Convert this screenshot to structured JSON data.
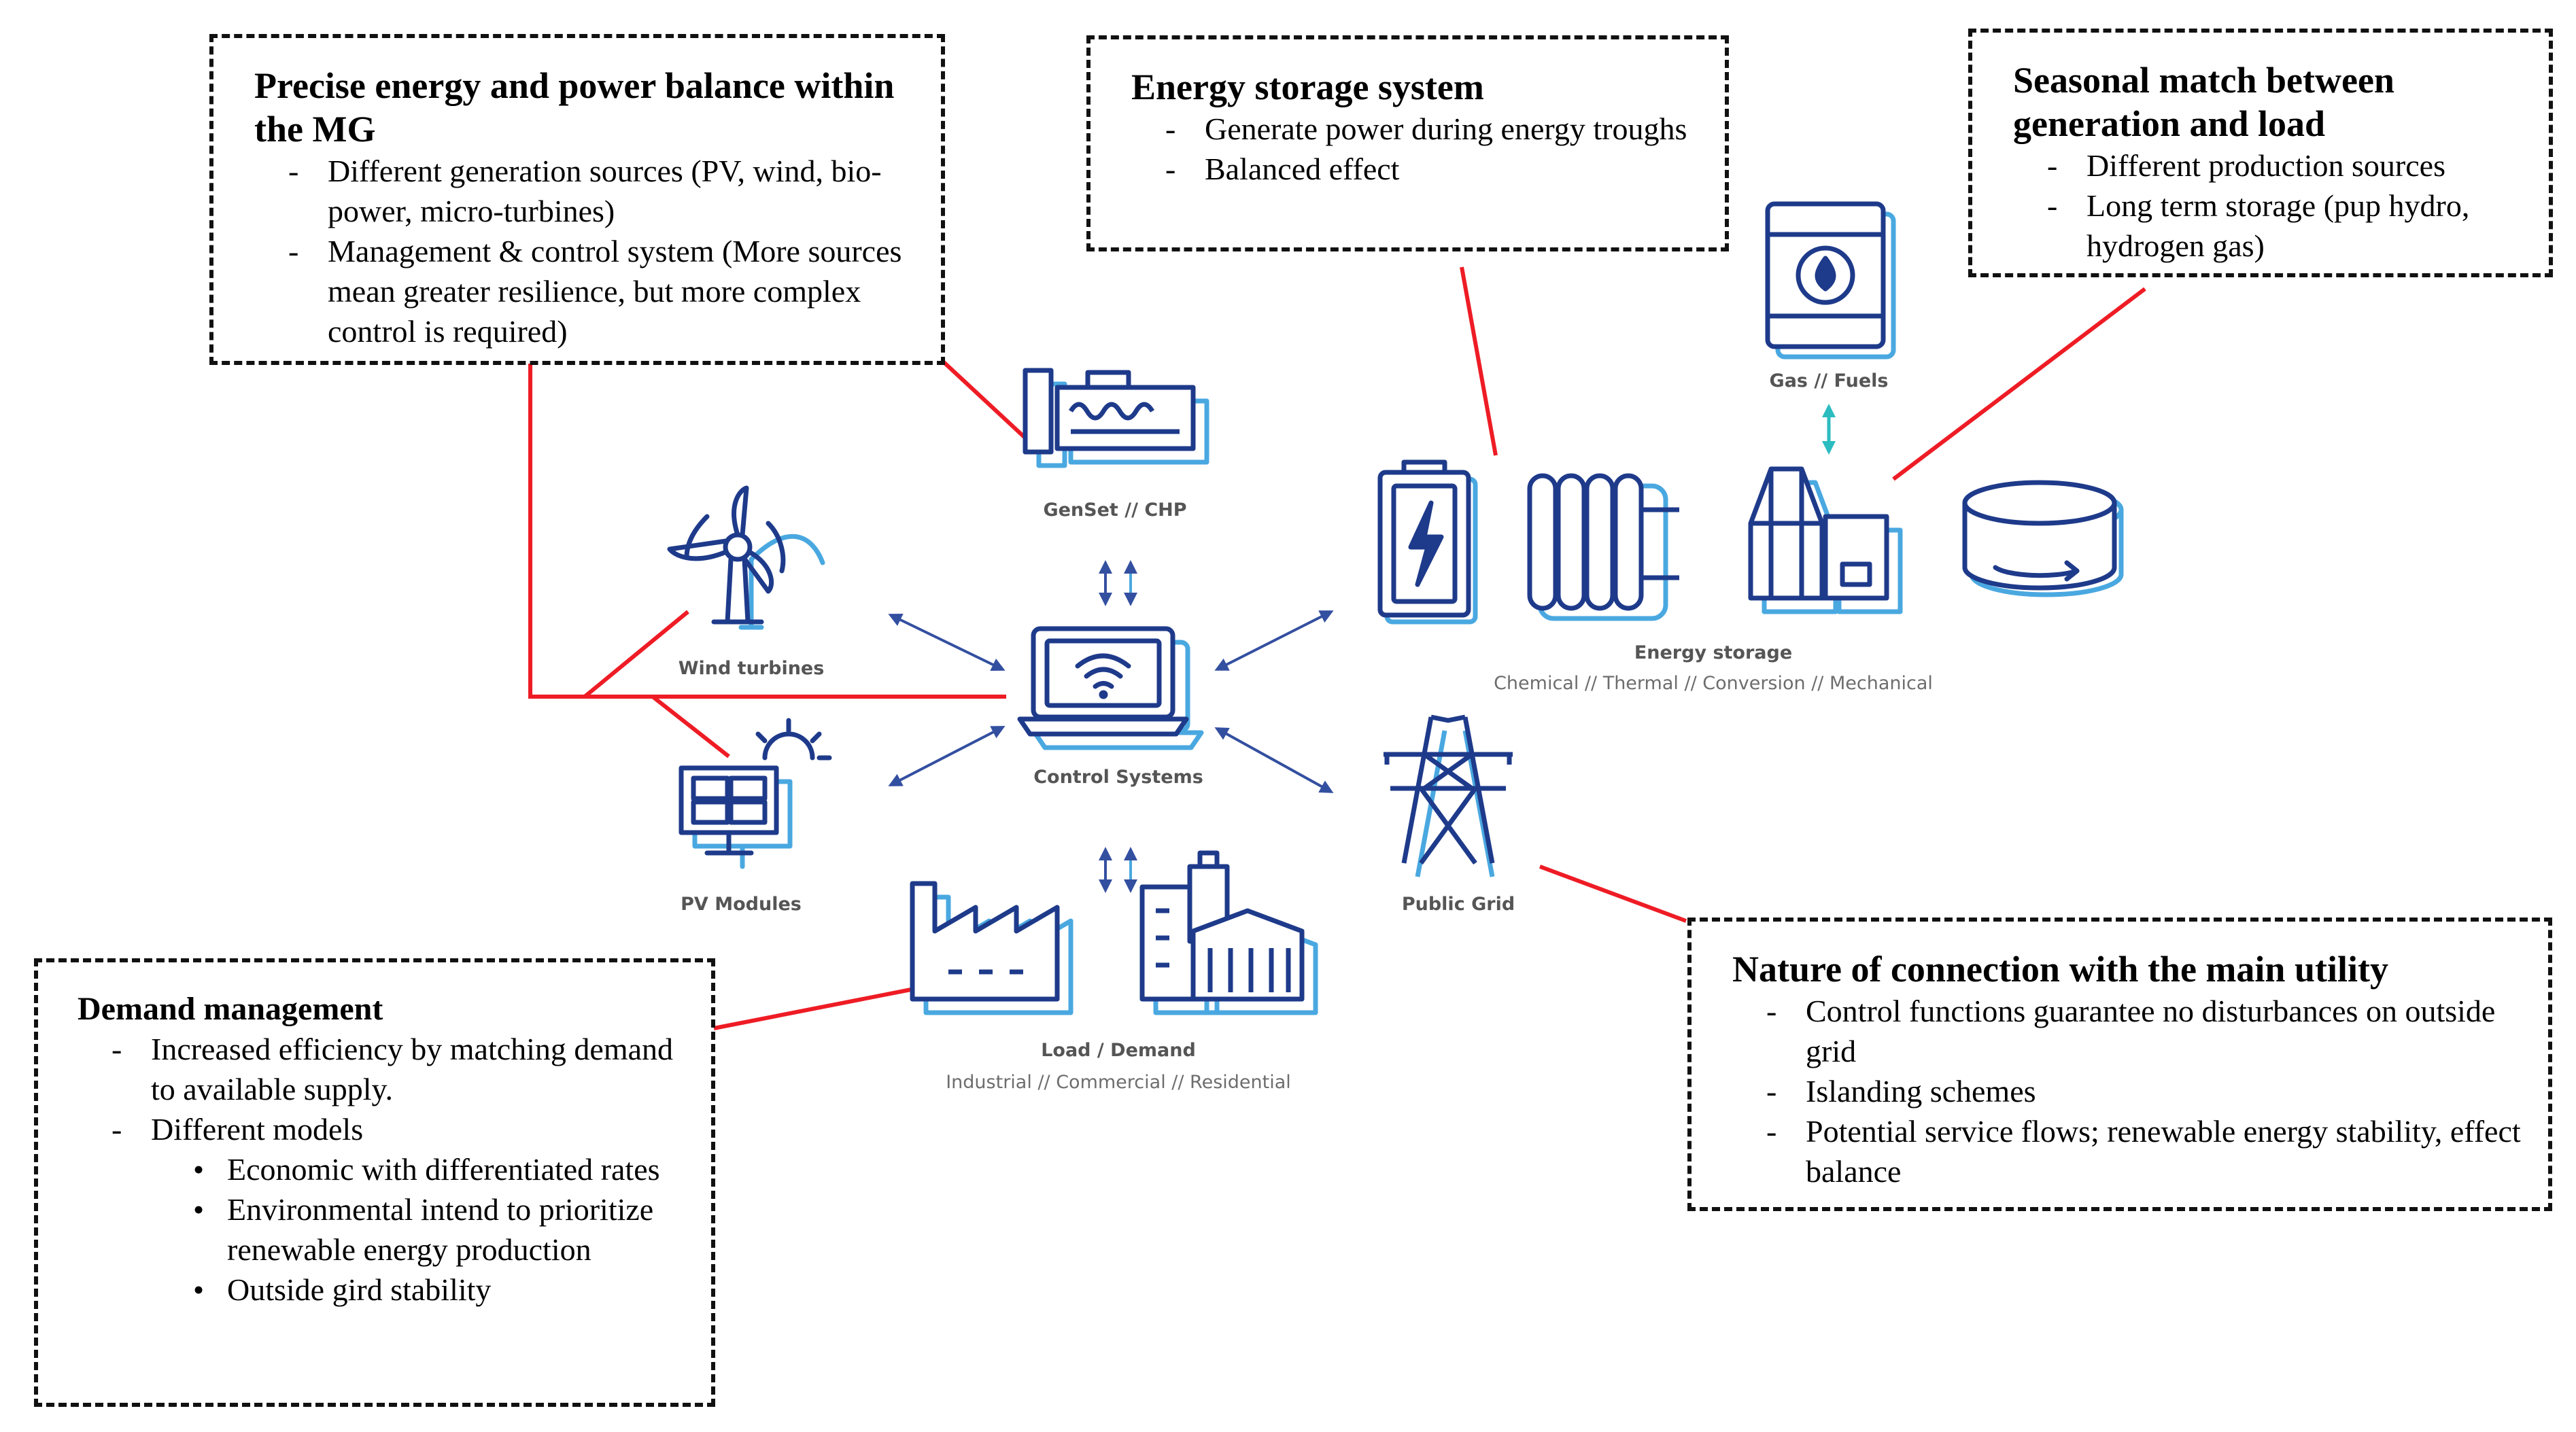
{
  "boxes": {
    "balance": {
      "title": "Precise energy and power balance within the MG",
      "items": [
        "Different generation sources (PV, wind, bio-power, micro-turbines)",
        "Management & control system (More sources mean greater resilience, but more complex control is required)"
      ]
    },
    "storage": {
      "title": "Energy storage system",
      "items": [
        "Generate power during energy troughs",
        "Balanced effect"
      ]
    },
    "seasonal": {
      "title": "Seasonal match between generation and load",
      "items": [
        "Different production sources",
        "Long term storage (pup hydro, hydrogen gas)"
      ]
    },
    "demand": {
      "title": "Demand management",
      "items": [
        "Increased efficiency by matching demand to available supply.",
        "Different models"
      ],
      "bullets": [
        "Economic with differentiated rates",
        "Environmental intend to prioritize renewable energy production",
        "Outside gird stability"
      ]
    },
    "connection": {
      "title": "Nature of connection with the main utility",
      "items": [
        "Control functions guarantee no disturbances on outside grid",
        "Islanding schemes",
        "Potential service flows; renewable energy stability, effect balance"
      ]
    }
  },
  "labels": {
    "genset": "GenSet // CHP",
    "wind": "Wind turbines",
    "pv": "PV Modules",
    "control": "Control Systems",
    "load": "Load / Demand",
    "load_sub": "Industrial // Commercial // Residential",
    "grid": "Public Grid",
    "storage": "Energy storage",
    "storage_sub": "Chemical // Thermal // Conversion // Mechanical",
    "gas": "Gas // Fuels"
  },
  "colors": {
    "icon": "#1e3a8a",
    "icon_shadow": "#4aa8e0",
    "connector": "#ee1c25",
    "arrow": "#334fa0",
    "teal": "#2bbcc0",
    "label": "#555555"
  },
  "icons": [
    "genset-icon",
    "wind-turbine-icon",
    "pv-module-icon",
    "control-laptop-icon",
    "factory-icon",
    "commercial-building-icon",
    "grid-tower-icon",
    "battery-icon",
    "thermal-radiator-icon",
    "conversion-plant-icon",
    "flywheel-icon",
    "fuel-barrel-icon"
  ]
}
